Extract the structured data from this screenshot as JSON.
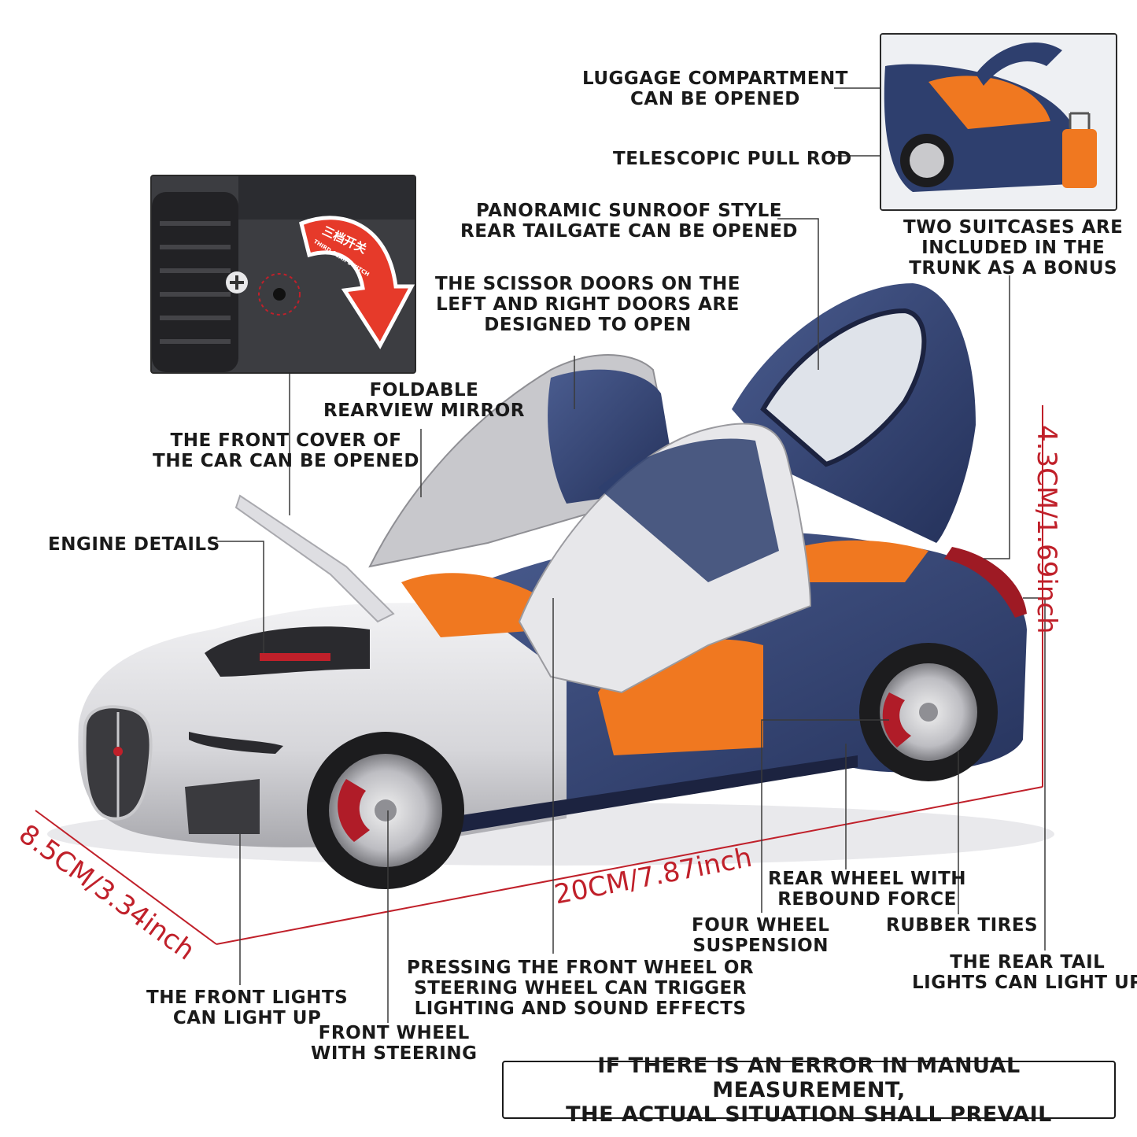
{
  "callouts": {
    "luggage": "LUGGAGE COMPARTMENT\nCAN BE OPENED",
    "pull_rod": "TELESCOPIC PULL ROD",
    "sunroof": "PANORAMIC SUNROOF STYLE\nREAR TAILGATE CAN BE OPENED",
    "suitcases": "TWO SUITCASES ARE\nINCLUDED IN THE\nTRUNK AS A BONUS",
    "scissor_doors": "THE SCISSOR DOORS ON THE\nLEFT AND RIGHT DOORS ARE\nDESIGNED TO OPEN",
    "mirror": "FOLDABLE\nREARVIEW MIRROR",
    "front_cover": "THE FRONT COVER OF\nTHE CAR CAN BE OPENED",
    "engine": "ENGINE DETAILS",
    "rear_wheel": "REAR WHEEL WITH\nREBOUND FORCE",
    "suspension": "FOUR WHEEL\nSUSPENSION",
    "rubber_tires": "RUBBER TIRES",
    "tail_lights": "THE REAR TAIL\nLIGHTS CAN LIGHT UP",
    "lighting_effects": "PRESSING THE FRONT WHEEL OR\nSTEERING WHEEL CAN TRIGGER\nLIGHTING AND SOUND EFFECTS",
    "front_lights": "THE FRONT LIGHTS\nCAN LIGHT UP",
    "front_wheel": "FRONT WHEEL\nWITH STEERING"
  },
  "dimensions": {
    "height": "4.3CM/1.69inch",
    "length": "20CM/7.87inch",
    "width": "8.5CM/3.34inch"
  },
  "switch_inset": {
    "sticker_text": "三档开关",
    "sticker_subtext": "THIRD GEAR SWITCH"
  },
  "notice": {
    "line1": "IF THERE IS AN ERROR IN MANUAL MEASUREMENT,",
    "line2": "THE ACTUAL SITUATION SHALL PREVAIL"
  },
  "colors": {
    "dimension_red": "#c0202a",
    "car_silver": "#d9d9dc",
    "car_blue": "#2e3f6e",
    "interior_orange": "#f07820"
  }
}
